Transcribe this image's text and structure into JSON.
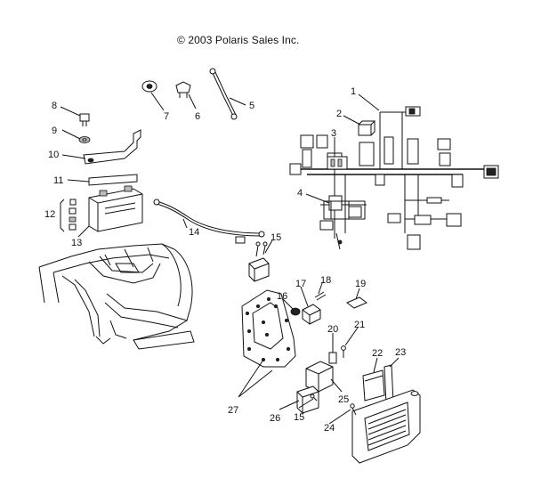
{
  "copyright": "© 2003 Polaris Sales Inc.",
  "callouts": [
    {
      "id": "c1",
      "label": "1"
    },
    {
      "id": "c2",
      "label": "2"
    },
    {
      "id": "c3",
      "label": "3"
    },
    {
      "id": "c4",
      "label": "4"
    },
    {
      "id": "c5",
      "label": "5"
    },
    {
      "id": "c6",
      "label": "6"
    },
    {
      "id": "c7",
      "label": "7"
    },
    {
      "id": "c8",
      "label": "8"
    },
    {
      "id": "c9",
      "label": "9"
    },
    {
      "id": "c10",
      "label": "10"
    },
    {
      "id": "c11",
      "label": "11"
    },
    {
      "id": "c12",
      "label": "12"
    },
    {
      "id": "c13",
      "label": "13"
    },
    {
      "id": "c14",
      "label": "14"
    },
    {
      "id": "c15a",
      "label": "15"
    },
    {
      "id": "c15b",
      "label": "15"
    },
    {
      "id": "c16",
      "label": "16"
    },
    {
      "id": "c17",
      "label": "17"
    },
    {
      "id": "c18",
      "label": "18"
    },
    {
      "id": "c19",
      "label": "19"
    },
    {
      "id": "c20",
      "label": "20"
    },
    {
      "id": "c21",
      "label": "21"
    },
    {
      "id": "c22",
      "label": "22"
    },
    {
      "id": "c23",
      "label": "23"
    },
    {
      "id": "c24",
      "label": "24"
    },
    {
      "id": "c25",
      "label": "25"
    },
    {
      "id": "c26",
      "label": "26"
    },
    {
      "id": "c27",
      "label": "27"
    }
  ]
}
